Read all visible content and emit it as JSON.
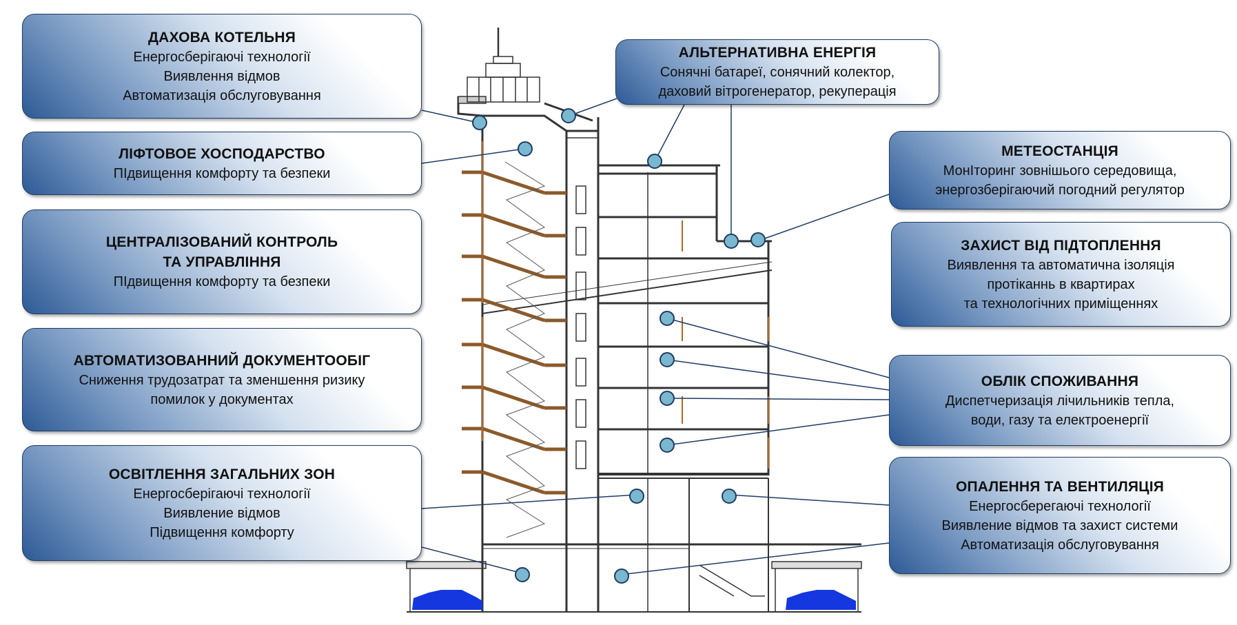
{
  "boxes": {
    "roof_boiler": {
      "title": "ДАХОВА КОТЕЛЬНЯ",
      "lines": [
        "Енергосберігаючі технології",
        "Виявлення відмов",
        "Автоматизація обслуговування"
      ]
    },
    "elevators": {
      "title": "ЛІФТОВОЕ ХОСПОДАРСТВО",
      "lines": [
        "ПІдвищення комфорту та безпеки"
      ]
    },
    "central_control": {
      "title": "ЦЕНТРАЛІЗОВАНИЙ КОНТРОЛЬ",
      "title2": "ТА УПРАВЛІННЯ",
      "lines": [
        "ПІдвищення комфорту та безпеки"
      ]
    },
    "documents": {
      "title": "АВТОМАТИЗОВАННИЙ ДОКУМЕНТООБІГ",
      "lines": [
        "Сниження трудозатрат та зменшення ризику",
        "помилок у документах"
      ]
    },
    "lighting": {
      "title": "ОСВІТЛЕННЯ ЗАГАЛЬНИХ ЗОН",
      "lines": [
        "Енергосберігаючі технології",
        "Виявление відмов",
        "Підвищення комфорту"
      ]
    },
    "alt_energy": {
      "title": "АЛЬТЕРНАТИВНА ЕНЕРГІЯ",
      "lines": [
        "Сонячні батареї, сонячний колектор,",
        "даховий вітрогенератор, рекуперація"
      ]
    },
    "weather": {
      "title": "МЕТЕОСТАНЦІЯ",
      "lines": [
        "МонІторинг зовнішього середовища,",
        "энергозберігаючий погодний регулятор"
      ]
    },
    "flood": {
      "title": "ЗАХИСТ ВІД ПІДТОПЛЕННЯ",
      "lines": [
        "Виявлення та автоматична ізоляція",
        "протіканнь в квартирах",
        "та технологічних приміщеннях"
      ]
    },
    "metering": {
      "title": "ОБЛІК СПОЖИВАННЯ",
      "lines": [
        "Диспетчеризація лічильників тепла,",
        "води, газу та електроенергії"
      ]
    },
    "heating": {
      "title": "ОПАЛЕННЯ ТА ВЕНТИЛЯЦІЯ",
      "lines": [
        "Енергосберегаючі технології",
        "Виявление відмов та захист системи",
        "Автоматизація обслуговування"
      ]
    }
  },
  "colors": {
    "box_border": "#1f3a63",
    "box_gradient_dark": "#2d5a96",
    "marker_fill": "#7ab8cf",
    "marker_stroke": "#1f3a63",
    "connector": "#1f3a63",
    "stairs": "#8b5a2b",
    "car": "#1437e0"
  }
}
